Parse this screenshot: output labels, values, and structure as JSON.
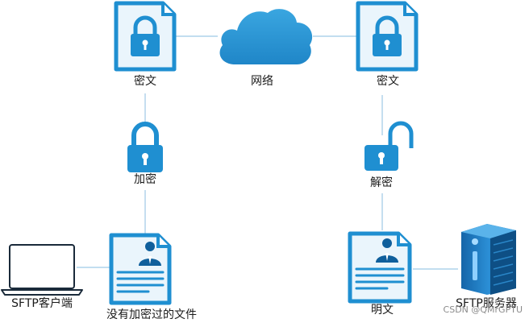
{
  "labels": {
    "cipher_left": "密文",
    "network": "网络",
    "cipher_right": "密文",
    "encrypt": "加密",
    "decrypt": "解密",
    "client": "SFTP客户端",
    "plain_file": "没有加密过的文件",
    "plaintext": "明文",
    "server": "SFTP服务器"
  },
  "watermark": "CSDN @QMrGPTU",
  "icons": [
    "locked-document-icon",
    "cloud-icon",
    "padlock-closed-icon",
    "padlock-open-icon",
    "laptop-icon",
    "resume-document-icon",
    "server-icon"
  ],
  "colors": {
    "accent": "#1f8fd1",
    "accent_dark": "#0f5f9c",
    "line": "#9ec9e6",
    "doc_fill": "#eaf5fc"
  }
}
